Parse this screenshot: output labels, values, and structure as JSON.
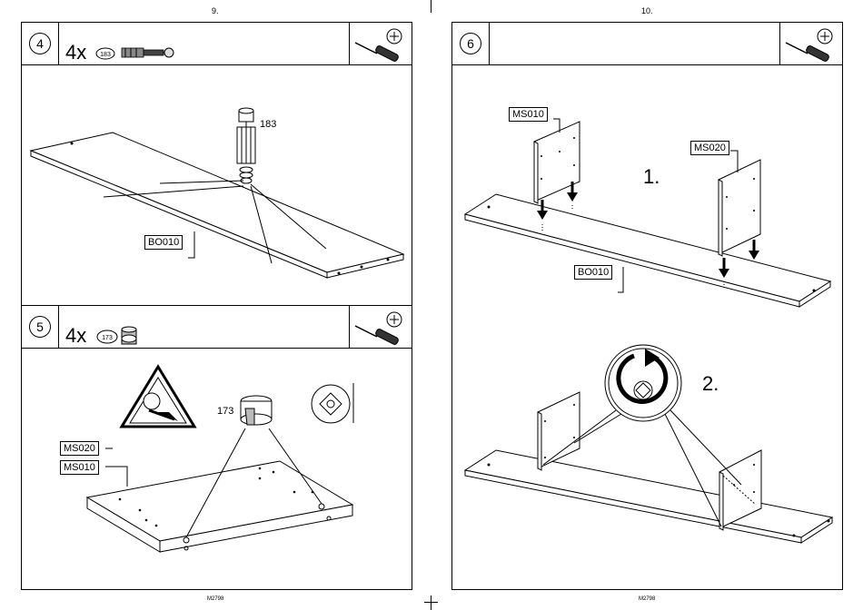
{
  "page_numbers": {
    "left": "9.",
    "right": "10."
  },
  "footer": {
    "left": "M2798",
    "right": "M2798"
  },
  "step4": {
    "number": "4",
    "quantity": "4x",
    "part_code": "183",
    "callout": "183",
    "board_label": "BO010",
    "icons": [
      "screwdriver-icon",
      "cross-screw-icon",
      "dowel-screw-icon"
    ]
  },
  "step5": {
    "number": "5",
    "quantity": "4x",
    "part_code": "173",
    "callout": "173",
    "labels": [
      "MS020",
      "MS010"
    ],
    "icons": [
      "screwdriver-icon",
      "cross-screw-icon",
      "cam-lock-icon",
      "warning-icon"
    ]
  },
  "step6": {
    "number": "6",
    "labels": {
      "panel_a": "MS010",
      "panel_b": "MS020",
      "board": "BO010"
    },
    "substeps": {
      "first": "1.",
      "second": "2."
    },
    "icons": [
      "screwdriver-icon",
      "cross-screw-icon",
      "rotate-arrow-icon"
    ]
  }
}
